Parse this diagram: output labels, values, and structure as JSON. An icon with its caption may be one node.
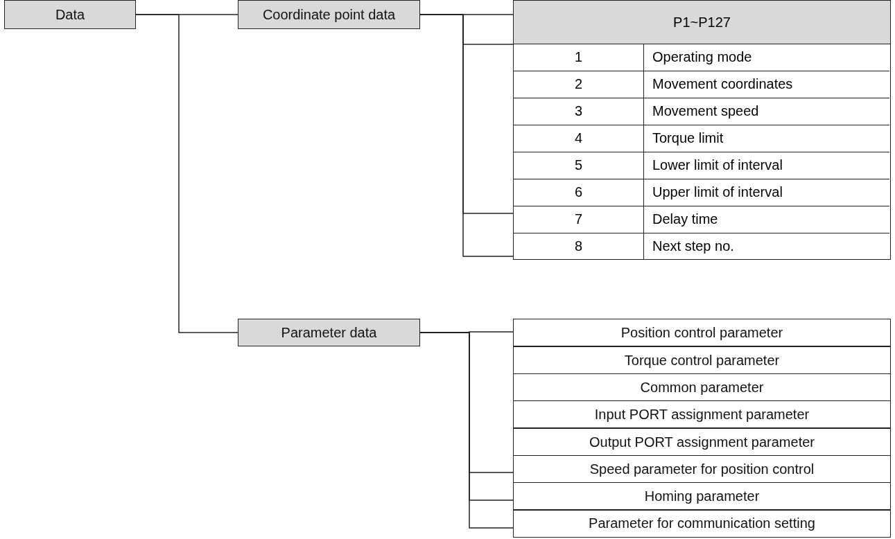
{
  "diagram": {
    "nodes": [
      {
        "text": [
          "Data"
        ]
      },
      {
        "text": [
          "Coordinate point data"
        ]
      },
      {
        "text": [
          "P1~P127"
        ]
      },
      {
        "text": [
          "1",
          "Operating mode"
        ],
        "in": 2
      },
      {
        "text": [
          "2",
          "Movement coordinates"
        ],
        "in": 2
      },
      {
        "text": [
          "3",
          "Movement speed"
        ],
        "in": 2
      },
      {
        "text": [
          "4",
          "Torque limit"
        ],
        "in": 2
      },
      {
        "text": [
          "5",
          "Lower limit of interval"
        ],
        "in": 2
      },
      {
        "text": [
          "6",
          "Upper limit of interval"
        ],
        "in": 2
      },
      {
        "text": [
          "7",
          "Delay time"
        ],
        "in": 2
      },
      {
        "text": [
          "8",
          "Next step no."
        ],
        "in": 2
      },
      {
        "text": [
          "Parameter data"
        ]
      },
      {
        "text": [
          "Position control parameter"
        ]
      },
      {
        "text": [
          "Torque control parameter"
        ]
      },
      {
        "text": [
          "Common parameter"
        ]
      },
      {
        "text": [
          "Input PORT assignment parameter"
        ]
      },
      {
        "text": [
          "Output PORT assignment parameter"
        ]
      },
      {
        "text": [
          "Speed parameter for position control"
        ]
      },
      {
        "text": [
          "Homing parameter"
        ]
      },
      {
        "text": [
          "Parameter for communication setting"
        ]
      }
    ],
    "edges": [
      {
        "from": 0,
        "to": 1,
        "arrow": "none"
      },
      {
        "from": 0,
        "to": 11,
        "arrow": "none"
      },
      {
        "from": 1,
        "to": 2,
        "arrow": "none"
      },
      {
        "from": 1,
        "to": 3,
        "arrow": "none"
      },
      {
        "from": 1,
        "to": 9,
        "arrow": "none"
      },
      {
        "from": 1,
        "to": 10,
        "arrow": "none"
      },
      {
        "from": 11,
        "to": 12,
        "arrow": "none"
      },
      {
        "from": 11,
        "to": 17,
        "arrow": "none"
      },
      {
        "from": 11,
        "to": 18,
        "arrow": "none"
      },
      {
        "from": 11,
        "to": 19,
        "arrow": "none"
      }
    ]
  }
}
